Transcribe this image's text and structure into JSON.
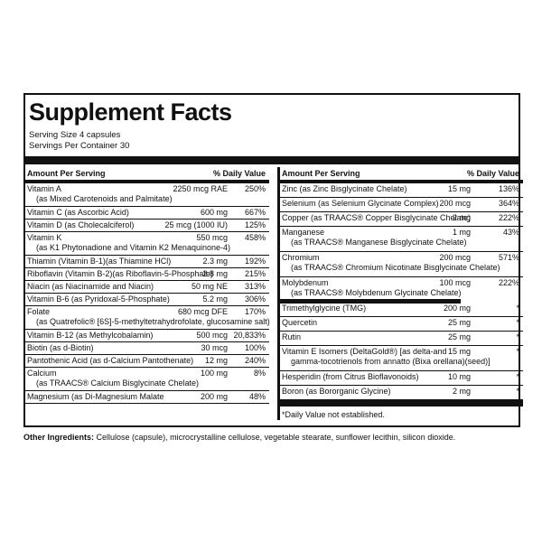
{
  "panel": {
    "title": "Supplement Facts",
    "serving_size": "Serving Size 4 capsules",
    "servings_per_container": "Servings Per Container 30"
  },
  "left": {
    "header_amount": "Amount Per Serving",
    "header_dv": "% Daily Value",
    "rows": [
      {
        "name": "Vitamin A",
        "sub": "(as Mixed Carotenoids and Palmitate)",
        "amount": "2250 mcg RAE",
        "dv": "250%"
      },
      {
        "name": "Vitamin C (as Ascorbic Acid)",
        "sub": "",
        "amount": "600 mg",
        "dv": "667%"
      },
      {
        "name": "Vitamin D (as Cholecalciferol)",
        "sub": "",
        "amount": "25 mcg (1000 IU)",
        "dv": "125%"
      },
      {
        "name": "Vitamin K",
        "sub": "(as K1 Phytonadione and Vitamin K2 Menaquinone-4)",
        "amount": "550 mcg",
        "dv": "458%"
      },
      {
        "name": "Thiamin (Vitamin B-1)(as Thiamine HCl)",
        "sub": "",
        "amount": "2.3 mg",
        "dv": "192%"
      },
      {
        "name": "Riboflavin (Vitamin B-2)(as Riboflavin-5-Phosphate)",
        "sub": "",
        "amount": "2.8 mg",
        "dv": "215%"
      },
      {
        "name": "Niacin (as Niacinamide and Niacin)",
        "sub": "",
        "amount": "50 mg NE",
        "dv": "313%"
      },
      {
        "name": "Vitamin B-6 (as Pyridoxal-5-Phosphate)",
        "sub": "",
        "amount": "5.2 mg",
        "dv": "306%"
      },
      {
        "name": "Folate",
        "sub": "(as Quatrefolic® [6S]-5-methyltetrahydrofolate, glucosamine salt)",
        "amount": "680 mcg DFE",
        "dv": "170%"
      },
      {
        "name": "Vitamin B-12 (as Methylcobalamin)",
        "sub": "",
        "amount": "500 mcg",
        "dv": "20,833%"
      },
      {
        "name": "Biotin (as d-Biotin)",
        "sub": "",
        "amount": "30 mcg",
        "dv": "100%"
      },
      {
        "name": "Pantothenic Acid (as d-Calcium Pantothenate)",
        "sub": "",
        "amount": "12 mg",
        "dv": "240%"
      },
      {
        "name": "Calcium",
        "sub": "(as TRAACS® Calcium Bisglycinate Chelate)",
        "amount": "100 mg",
        "dv": "8%"
      },
      {
        "name": "Magnesium (as Di-Magnesium Malate",
        "sub": "",
        "amount": "200 mg",
        "dv": "48%"
      }
    ]
  },
  "right": {
    "header_amount": "Amount Per Serving",
    "header_dv": "% Daily Value",
    "rows": [
      {
        "name": "Zinc (as Zinc Bisglycinate Chelate)",
        "sub": "",
        "amount": "15 mg",
        "dv": "136%"
      },
      {
        "name": "Selenium (as Selenium Glycinate Complex)",
        "sub": "",
        "amount": "200 mcg",
        "dv": "364%"
      },
      {
        "name": "Copper (as TRAACS® Copper Bisglycinate Chelate)",
        "sub": "",
        "amount": "2 mg",
        "dv": "222%"
      },
      {
        "name": "Manganese",
        "sub": "(as TRAACS® Manganese Bisglycinate Chelate)",
        "amount": "1 mg",
        "dv": "43%"
      },
      {
        "name": "Chromium",
        "sub": "(as TRAACS® Chromium Nicotinate Bisglycinate Chelate)",
        "amount": "200 mcg",
        "dv": "571%"
      },
      {
        "name": "Molybdenum",
        "sub": "(as TRAACS® Molybdenum Glycinate Chelate)",
        "amount": "100 mcg",
        "dv": "222%"
      },
      {
        "name": "Trimethylglycine (TMG)",
        "sub": "",
        "amount": "200 mg",
        "dv": "*"
      },
      {
        "name": "Quercetin",
        "sub": "",
        "amount": "25 mg",
        "dv": "*"
      },
      {
        "name": "Rutin",
        "sub": "",
        "amount": "25 mg",
        "dv": "*"
      },
      {
        "name": "Vitamin E Isomers (DeltaGold®) [as delta-and",
        "sub": "gamma-tocotrienols from annatto (Bixa orellana)(seed)]",
        "amount": "15 mg",
        "dv": "*"
      },
      {
        "name": "Hesperidin (from Citrus Bioflavonoids)",
        "sub": "",
        "amount": "10 mg",
        "dv": "*"
      },
      {
        "name": "Boron (as Bororganic Glycine)",
        "sub": "",
        "amount": "2 mg",
        "dv": "*"
      }
    ],
    "footnote": "*Daily Value not established."
  },
  "ingredients": {
    "label": "Other Ingredients:",
    "text": "Cellulose (capsule), microcrystalline cellulose, vegetable stearate, sunflower lecithin, silicon dioxide."
  }
}
